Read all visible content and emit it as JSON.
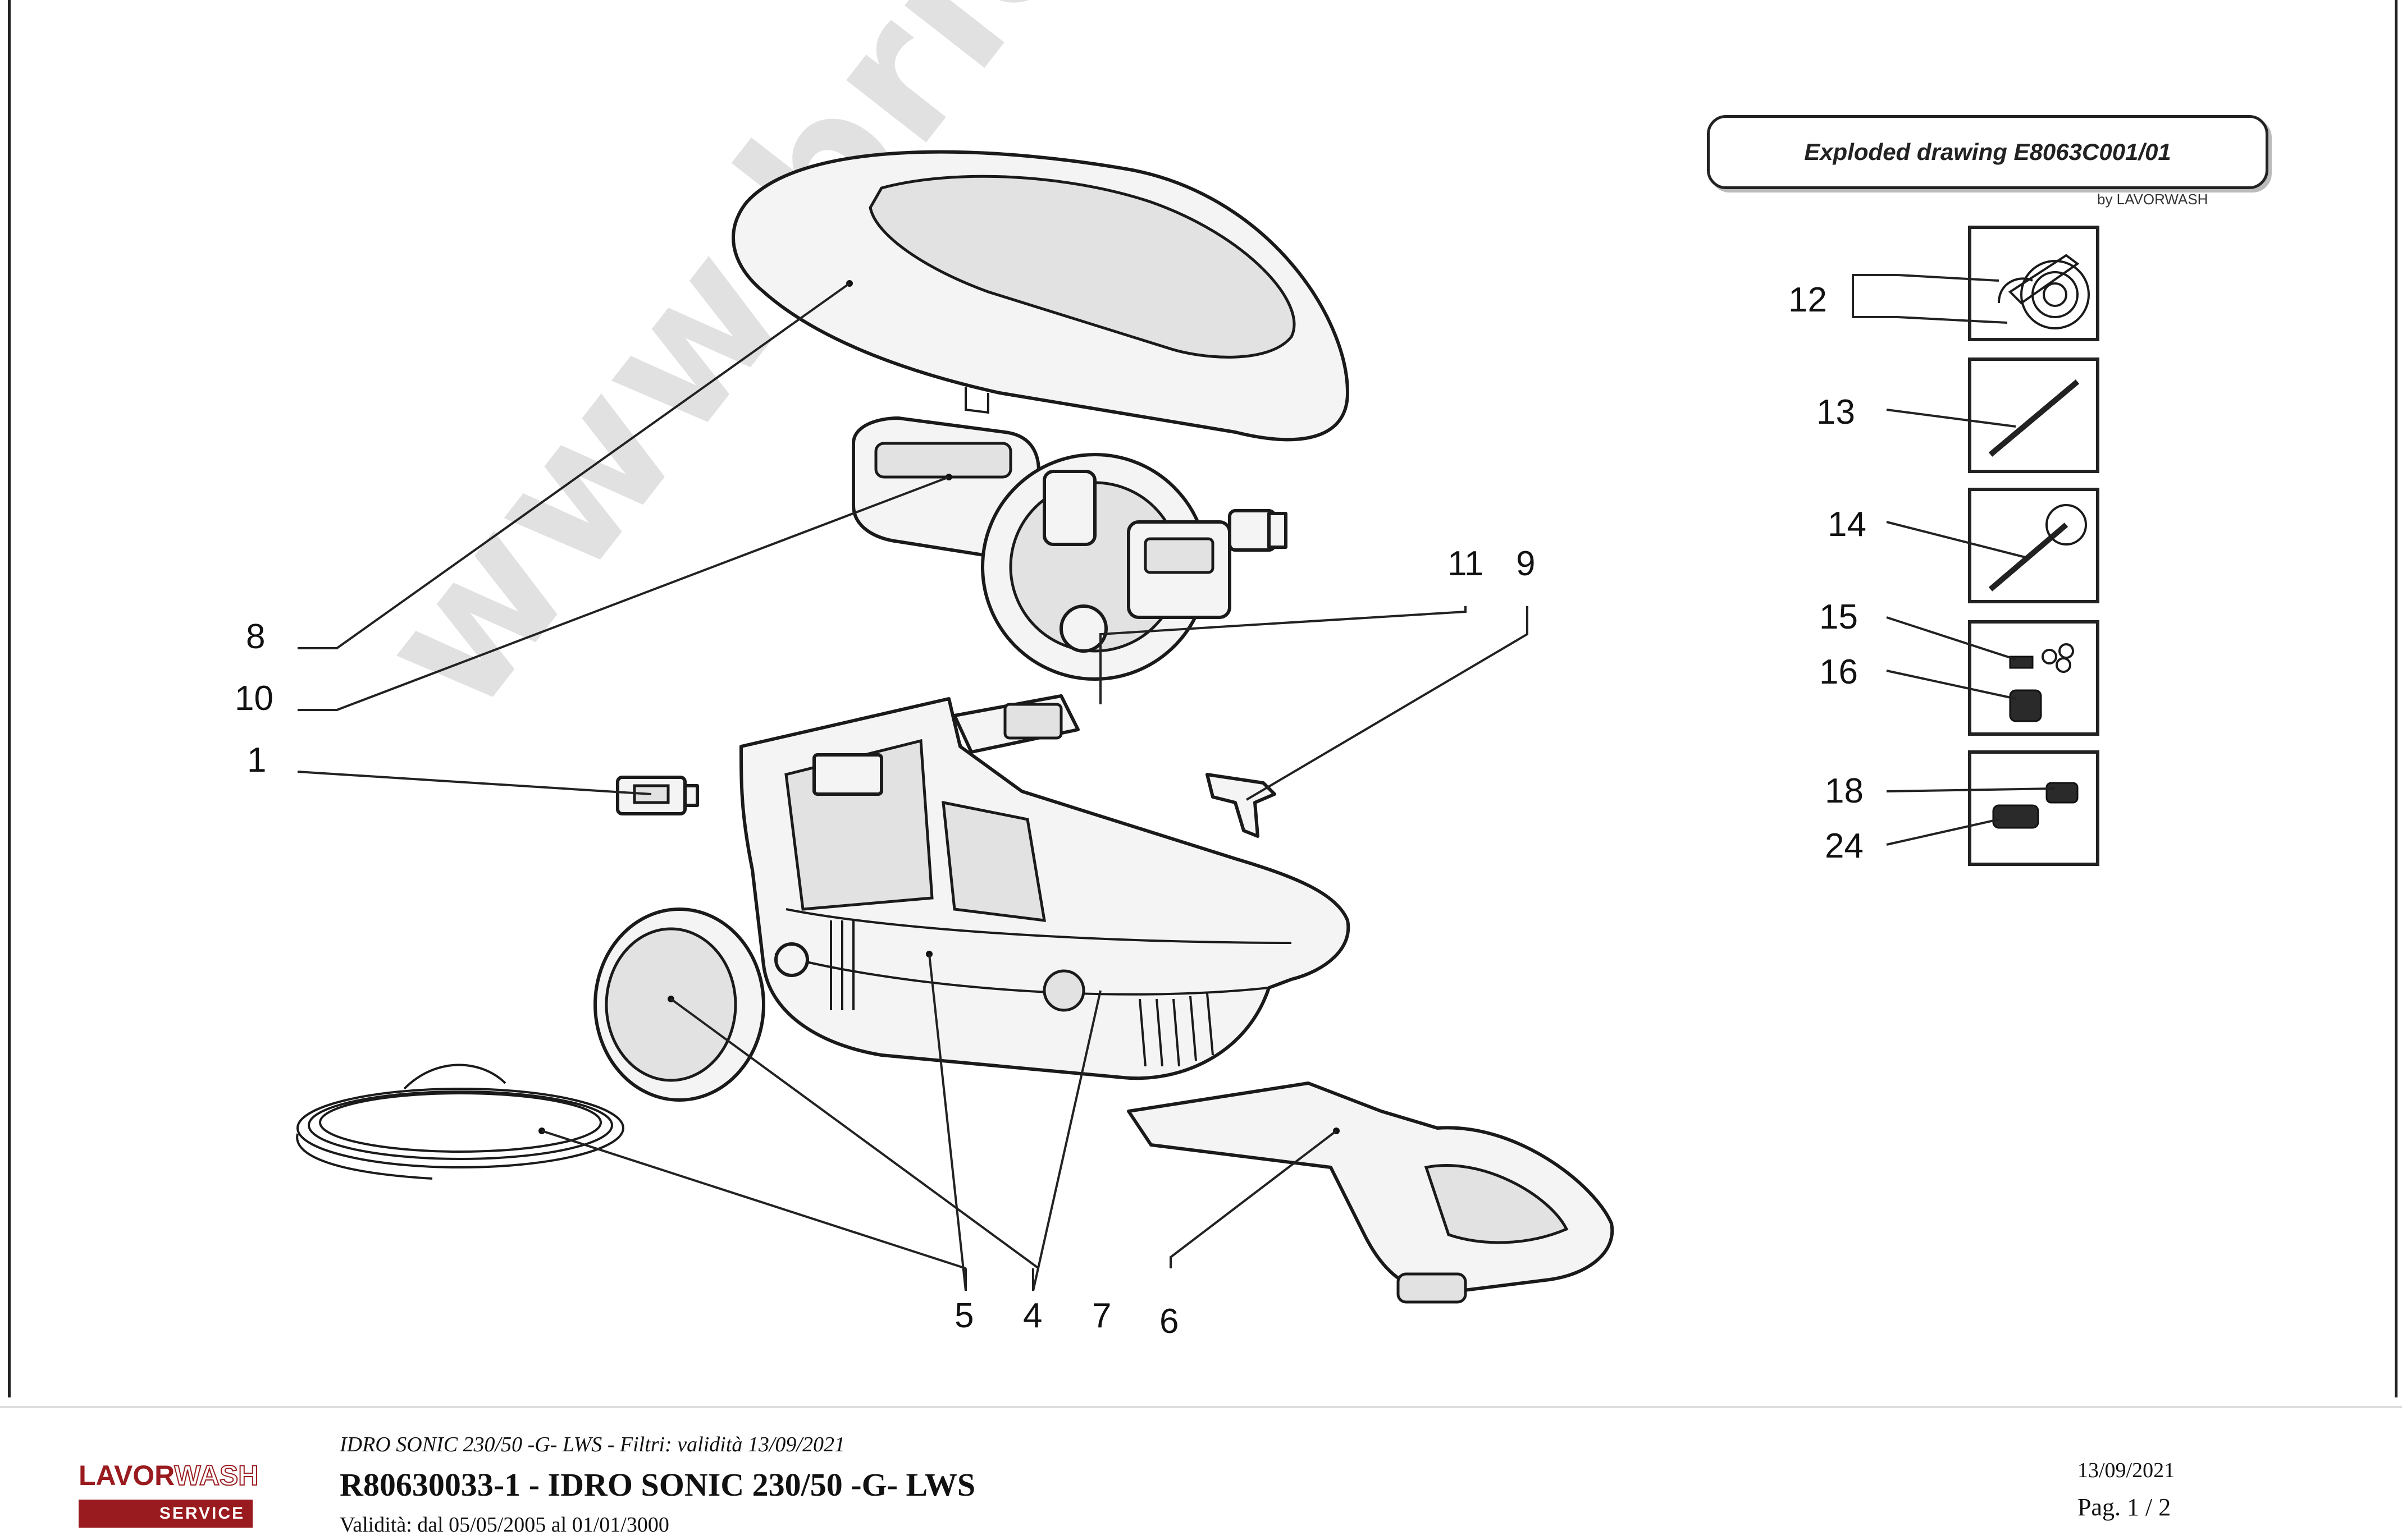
{
  "drawing": {
    "title": "Exploded drawing E8063C001/01",
    "subtitle": "by LAVORWASH"
  },
  "watermark": "www.bricoutensili.com",
  "callouts": {
    "c1": "1",
    "c4": "4",
    "c5": "5",
    "c6": "6",
    "c7": "7",
    "c8": "8",
    "c9": "9",
    "c10": "10",
    "c11": "11",
    "c12": "12",
    "c13": "13",
    "c14": "14",
    "c15": "15",
    "c16": "16",
    "c18": "18",
    "c24": "24"
  },
  "footer": {
    "logo_brand_a": "LAVOR",
    "logo_brand_b": "WASH",
    "logo_service": "SERVICE",
    "filter_line": "IDRO SONIC 230/50 -G- LWS - Filtri: validità 13/09/2021",
    "doc_title": "R80630033-1 - IDRO SONIC 230/50 -G- LWS",
    "validity": "Validità: dal 05/05/2005 al 01/01/3000",
    "date": "13/09/2021",
    "page": "Pag. 1 / 2"
  },
  "colors": {
    "brand_red": "#9a1b1f",
    "line": "#1a1a1a"
  }
}
